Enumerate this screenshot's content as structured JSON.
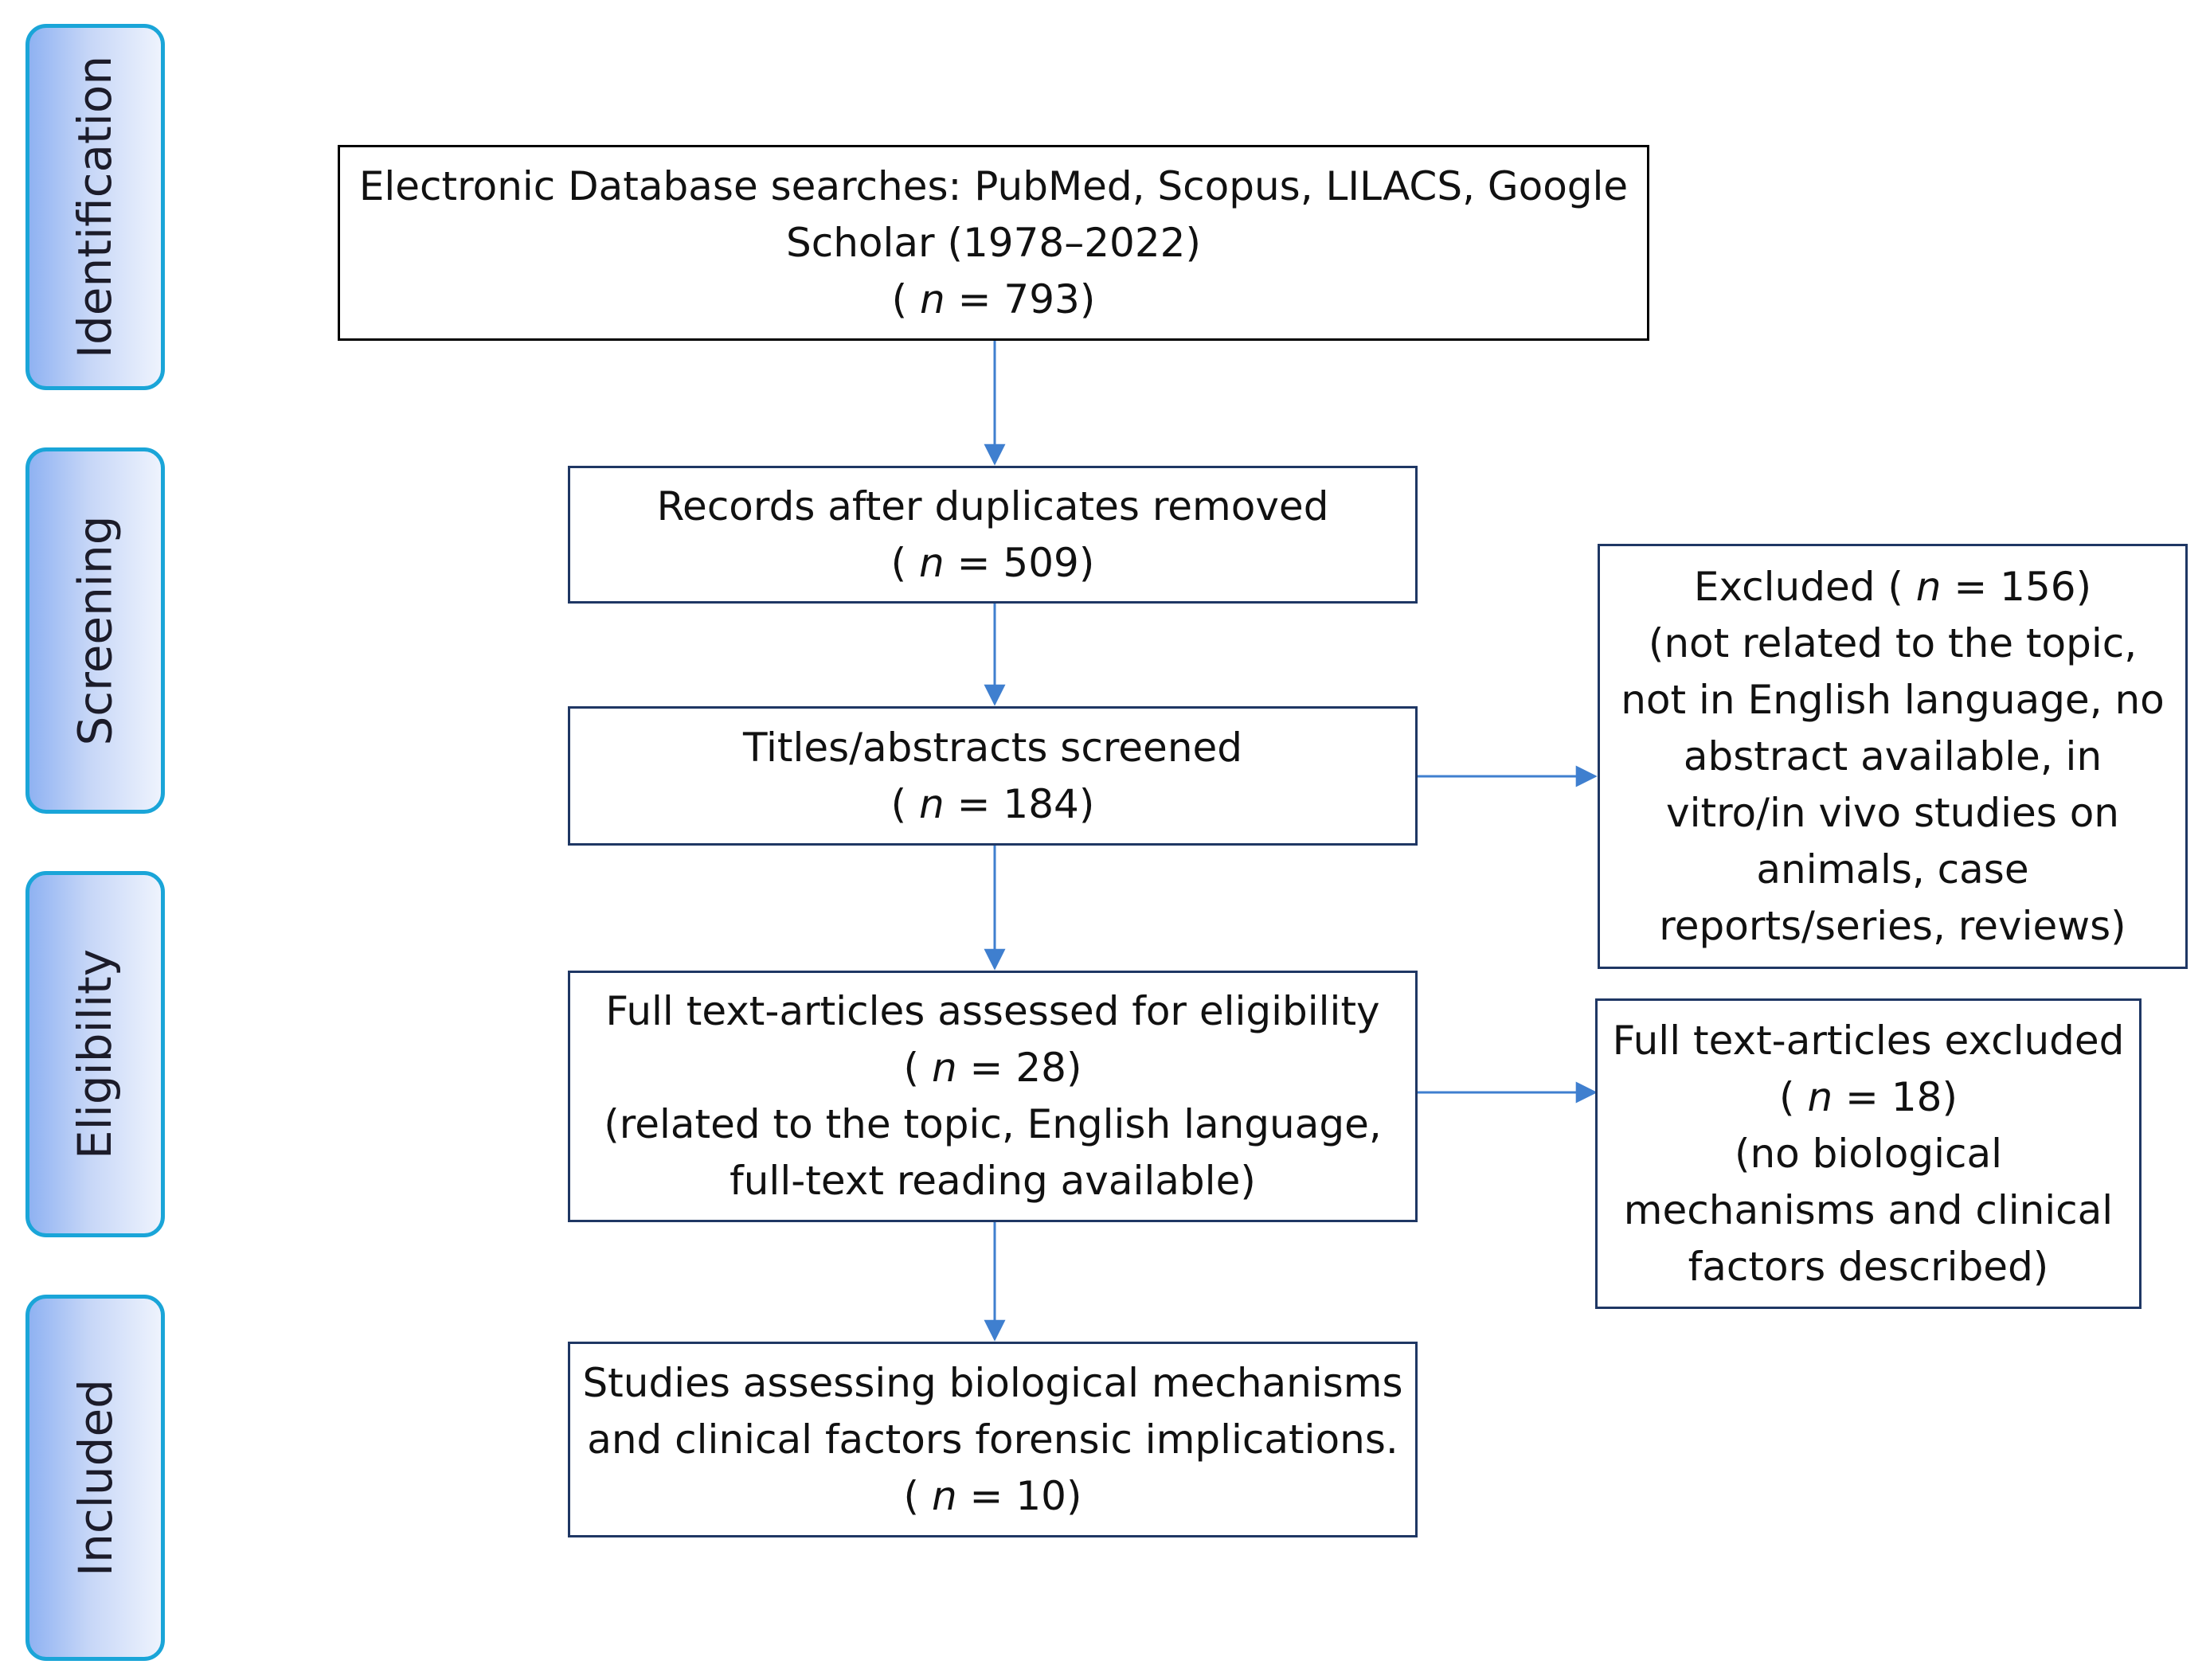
{
  "stages": {
    "identification": "Identification",
    "screening": "Screening",
    "eligibility": "Eligibility",
    "included": "Included"
  },
  "boxes": {
    "database_search": {
      "line1": "Electronic Database searches: PubMed, Scopus, LILACS, Google",
      "line2": "Scholar (1978–2022)",
      "count_prefix": "( ",
      "count_var": "n",
      "count_rest": " = 793)"
    },
    "duplicates_removed": {
      "line1": "Records after duplicates removed",
      "count_prefix": "( ",
      "count_var": "n",
      "count_rest": " = 509)"
    },
    "titles_screened": {
      "line1": "Titles/abstracts screened",
      "count_prefix": "( ",
      "count_var": "n",
      "count_rest": " = 184)"
    },
    "excluded": {
      "head_prefix": "Excluded ( ",
      "count_var": "n",
      "head_rest": " = 156)",
      "lines": [
        "(not related to the topic,",
        "not in English language, no",
        "abstract available, in",
        "vitro/in vivo studies on",
        "animals, case",
        "reports/series, reviews)"
      ]
    },
    "full_text_assessed": {
      "line1": "Full text-articles assessed for eligibility",
      "count_prefix": "( ",
      "count_var": "n",
      "count_rest": " = 28)",
      "line3": "(related to the topic, English language,",
      "line4": "full-text reading available)"
    },
    "full_text_excluded": {
      "line1": "Full text-articles excluded",
      "count_prefix": "( ",
      "count_var": "n",
      "count_rest": " = 18)",
      "lines": [
        "(no biological",
        "mechanisms and clinical",
        "factors described)"
      ]
    },
    "included_studies": {
      "line1": "Studies assessing biological mechanisms",
      "line2": "and clinical factors forensic implications.",
      "count_prefix": "( ",
      "count_var": "n",
      "count_rest": " = 10)"
    }
  },
  "colors": {
    "arrow": "#3f7fcf",
    "stage_border": "#1aa5d8",
    "box_border_dark_blue": "#1f3764"
  }
}
